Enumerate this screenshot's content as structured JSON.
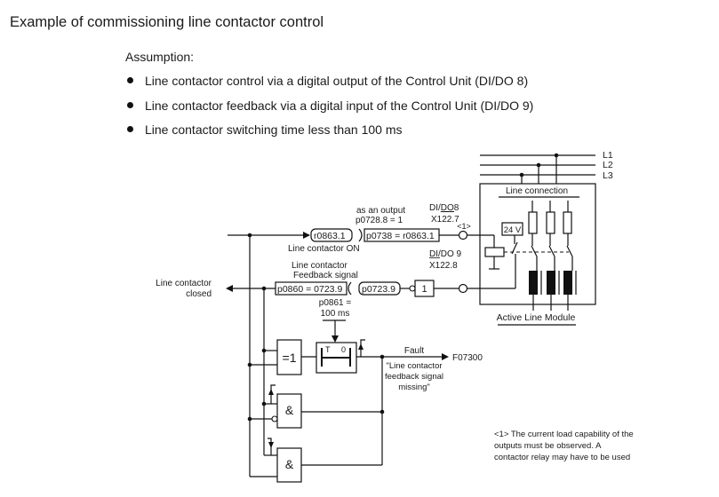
{
  "header": {
    "title": "Example of commissioning line contactor control"
  },
  "assumption": {
    "heading": "Assumption:",
    "items": [
      "Line contactor control via a digital output of the Control Unit (DI/DO 8)",
      "Line contactor feedback via a digital input of the Control Unit (DI/DO 9)",
      "Line contactor switching time less than 100 ms"
    ]
  },
  "diagram": {
    "phases": [
      "L1",
      "L2",
      "L3"
    ],
    "line_connection": "Line connection",
    "active_line_module": "Active Line Module",
    "supply_voltage": "24 V",
    "output": {
      "mode_label": "as an output",
      "param_setting": "p0728.8 = 1",
      "terminal_name_prefix": "DI/",
      "terminal_name_underlined": "DO",
      "terminal_name_suffix": "8",
      "terminal_pin": "X122.7",
      "footnote_ref": "<1>",
      "source_connector": "r0863.1",
      "source_label": "Line contactor ON",
      "sink_param": "p0738 = r0863.1"
    },
    "input": {
      "terminal_name_underlined": "DI",
      "terminal_name_suffix": "/DO 9",
      "terminal_pin": "X122.8",
      "feedback_label_line1": "Line contactor",
      "feedback_label_line2": "Feedback signal",
      "sink_param": "p0860 = 0723.9",
      "source_connector": "p0723.9",
      "buffer_gate": "1"
    },
    "closed_label_line1": "Line contactor",
    "closed_label_line2": "closed",
    "timer": {
      "param_line1": "p0861 =",
      "param_line2": "100 ms",
      "t_label": "T",
      "zero_label": "0"
    },
    "xor_gate": "=1",
    "and_gate_1": "&",
    "and_gate_2": "&",
    "fault": {
      "label": "Fault",
      "code": "F07300",
      "desc_line1": "\"Line contactor",
      "desc_line2": "feedback signal",
      "desc_line3": "missing\""
    },
    "footnote": {
      "line1": "<1> The current load capability of the",
      "line2": "outputs must be observed. A",
      "line3": "contactor relay may have to be used"
    }
  }
}
